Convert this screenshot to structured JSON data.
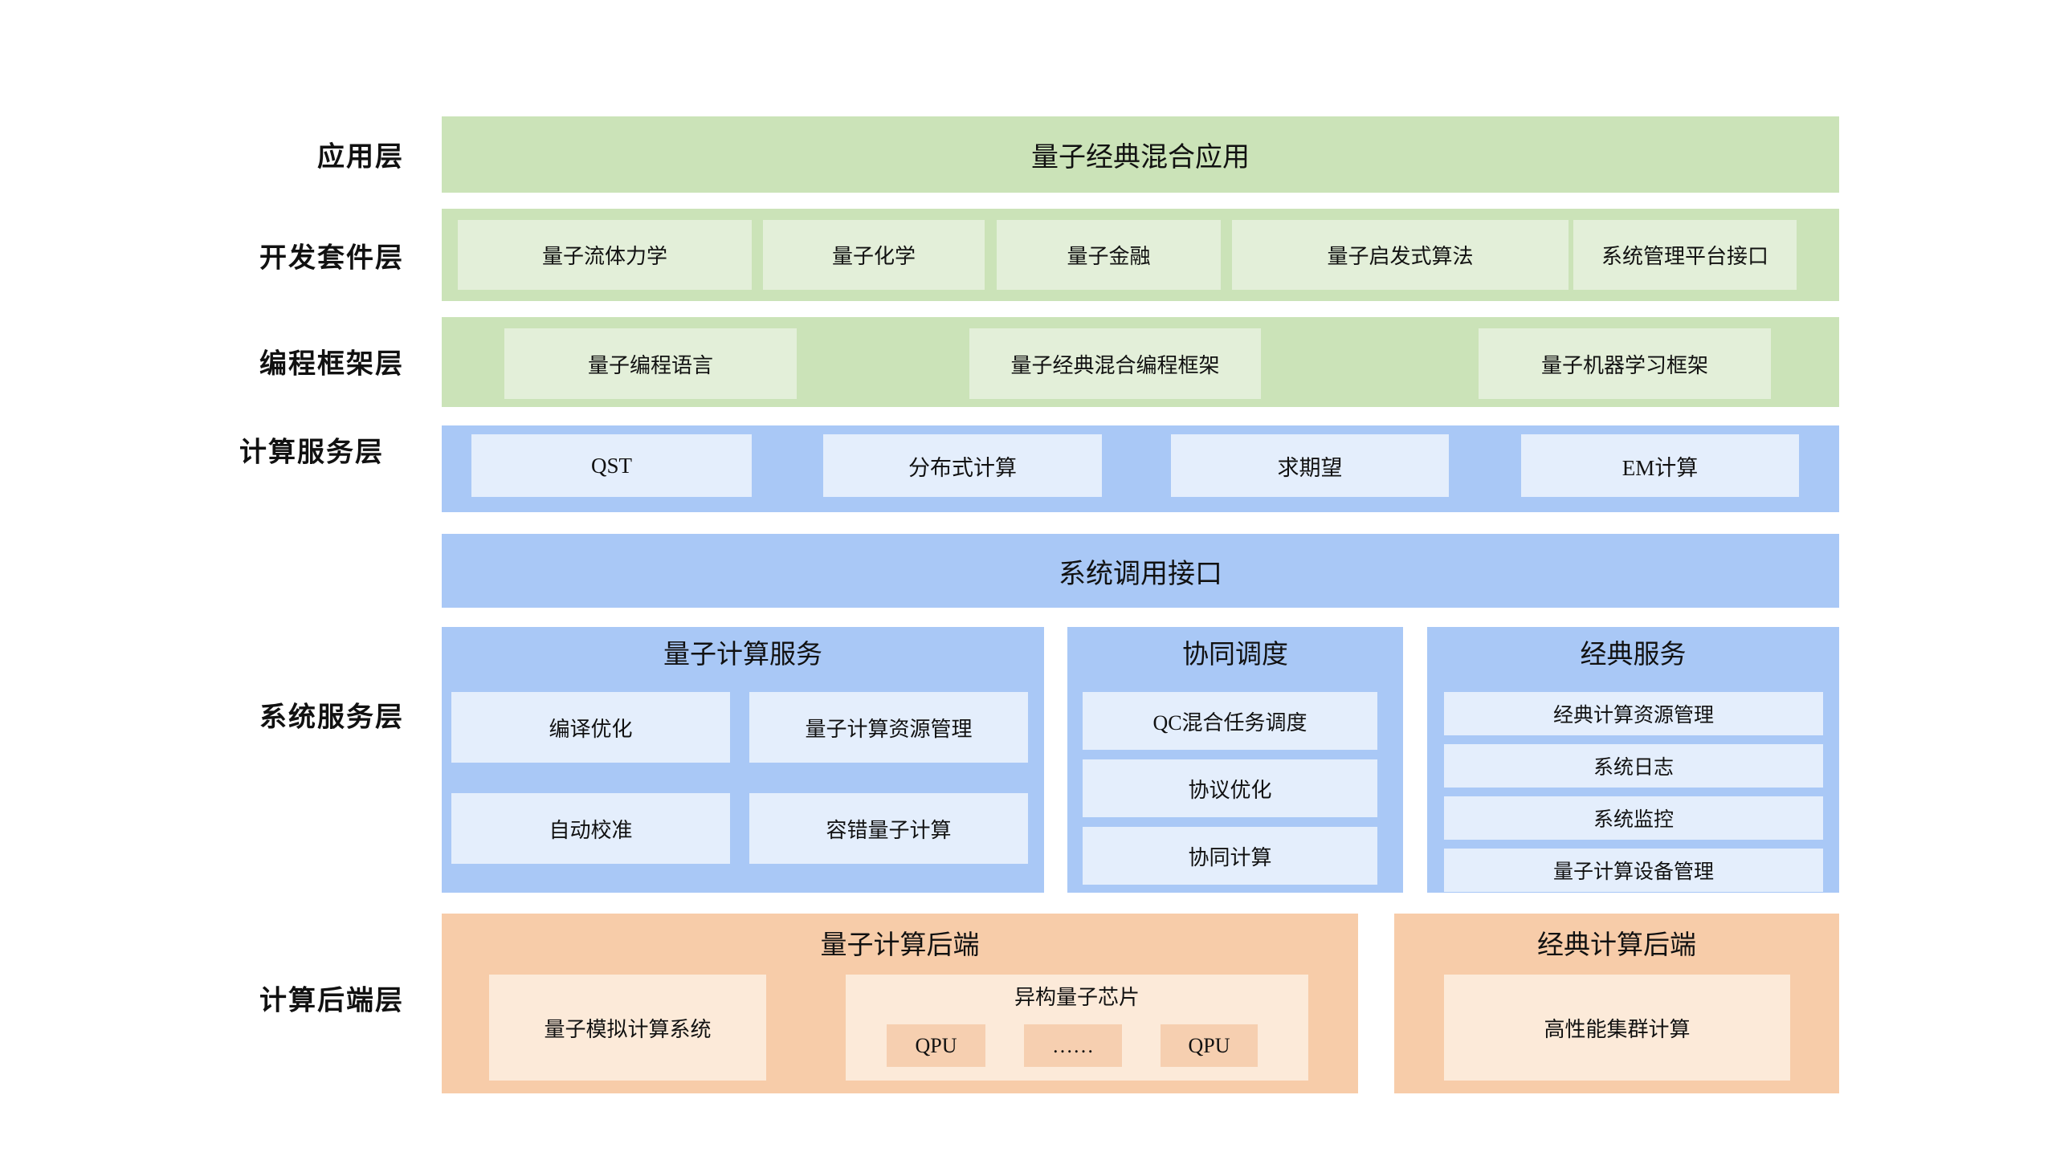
{
  "colors": {
    "background": "#ffffff",
    "text": "#111111",
    "green_band": "#cbe3b8",
    "green_item": "#e3efd9",
    "blue_band": "#a9c8f6",
    "blue_item": "#e4eefc",
    "orange_band": "#f7cca9",
    "orange_item": "#fcead9",
    "orange_chip": "#f6cfb0"
  },
  "rows": {
    "app": {
      "label": "应用层",
      "title": "量子经典混合应用"
    },
    "devkit": {
      "label": "开发套件层",
      "items": [
        "量子流体力学",
        "量子化学",
        "量子金融",
        "量子启发式算法",
        "系统管理平台接口"
      ]
    },
    "framework": {
      "label": "编程框架层",
      "items": [
        "量子编程语言",
        "量子经典混合编程框架",
        "量子机器学习框架"
      ]
    },
    "service": {
      "label": "计算服务层",
      "items": [
        "QST",
        "分布式计算",
        "求期望",
        "EM计算"
      ]
    },
    "syscall": {
      "title": "系统调用接口"
    },
    "system": {
      "label": "系统服务层",
      "quantum": {
        "title": "量子计算服务",
        "items": [
          "编译优化",
          "量子计算资源管理",
          "自动校准",
          "容错量子计算"
        ]
      },
      "coord": {
        "title": "协同调度",
        "items": [
          "QC混合任务调度",
          "协议优化",
          "协同计算"
        ]
      },
      "classic": {
        "title": "经典服务",
        "items": [
          "经典计算资源管理",
          "系统日志",
          "系统监控",
          "量子计算设备管理"
        ]
      }
    },
    "backend": {
      "label": "计算后端层",
      "quantum": {
        "title": "量子计算后端",
        "sim": "量子模拟计算系统",
        "hetero": {
          "title": "异构量子芯片",
          "chips": [
            "QPU",
            "……",
            "QPU"
          ]
        }
      },
      "classic": {
        "title": "经典计算后端",
        "item": "高性能集群计算"
      }
    }
  }
}
